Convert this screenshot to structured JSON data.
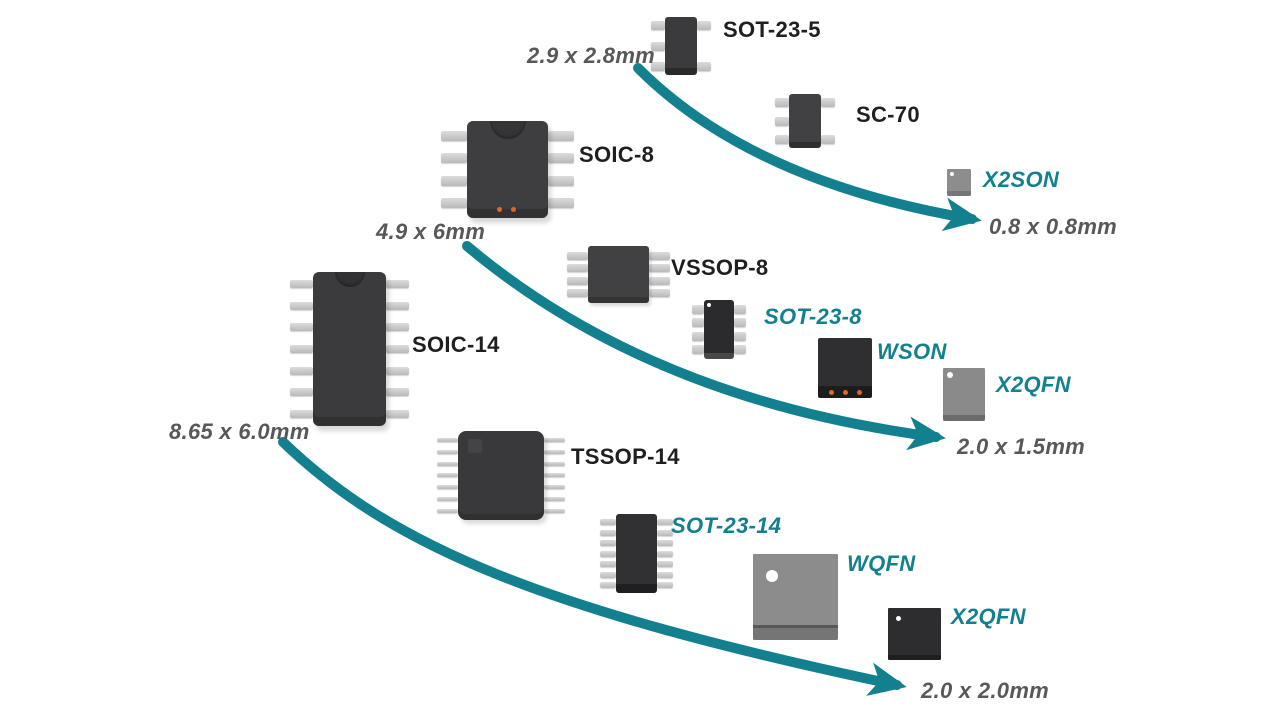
{
  "colors": {
    "teal": "#13808F",
    "size_text_gray": "#57585A",
    "package_text_black": "#1F1F1F"
  },
  "groups": [
    {
      "start_size": "2.9 x 2.8mm",
      "end_size": "0.8 x 0.8mm",
      "packages": [
        {
          "label": "SOT-23-5",
          "highlight": false
        },
        {
          "label": "SC-70",
          "highlight": false
        },
        {
          "label": "X2SON",
          "highlight": true
        }
      ]
    },
    {
      "start_size": "4.9 x 6mm",
      "end_size": "2.0 x 1.5mm",
      "packages": [
        {
          "label": "SOIC-8",
          "highlight": false
        },
        {
          "label": "VSSOP-8",
          "highlight": false
        },
        {
          "label": "SOT-23-8",
          "highlight": true
        },
        {
          "label": "WSON",
          "highlight": true
        },
        {
          "label": "X2QFN",
          "highlight": true
        }
      ]
    },
    {
      "start_size": "8.65 x 6.0mm",
      "end_size": "2.0 x 2.0mm",
      "packages": [
        {
          "label": "SOIC-14",
          "highlight": false
        },
        {
          "label": "TSSOP-14",
          "highlight": false
        },
        {
          "label": "SOT-23-14",
          "highlight": true
        },
        {
          "label": "WQFN",
          "highlight": true
        },
        {
          "label": "X2QFN",
          "highlight": true
        }
      ]
    }
  ]
}
